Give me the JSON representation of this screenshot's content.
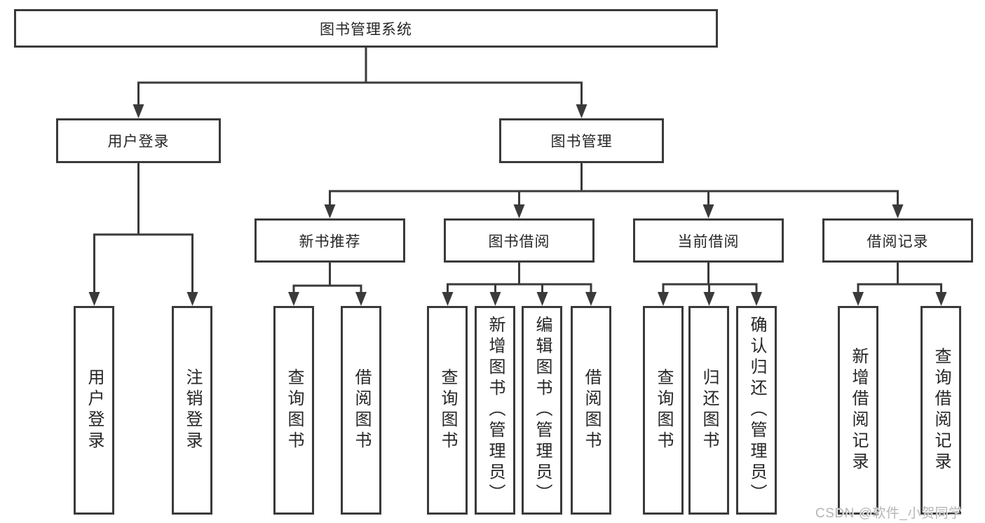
{
  "root": {
    "label": "图书管理系统"
  },
  "branches": {
    "user_login": {
      "label": "用户登录",
      "children": [
        {
          "label": "用户登录"
        },
        {
          "label": "注销登录"
        }
      ]
    },
    "book_mgmt": {
      "label": "图书管理",
      "sections": [
        {
          "label": "新书推荐",
          "children": [
            {
              "label": "查询图书"
            },
            {
              "label": "借阅图书"
            }
          ]
        },
        {
          "label": "图书借阅",
          "children": [
            {
              "label": "查询图书"
            },
            {
              "label": "新增图书（管理员）"
            },
            {
              "label": "编辑图书（管理员）"
            },
            {
              "label": "借阅图书"
            }
          ]
        },
        {
          "label": "当前借阅",
          "children": [
            {
              "label": "查询图书"
            },
            {
              "label": "归还图书"
            },
            {
              "label": "确认归还（管理员）"
            }
          ]
        },
        {
          "label": "借阅记录",
          "children": [
            {
              "label": "新增借阅记录"
            },
            {
              "label": "查询借阅记录"
            }
          ]
        }
      ]
    }
  },
  "watermark": "CSDN @软件_小贺同学",
  "colors": {
    "line": "#3a3a3a",
    "text": "#262626",
    "watermark": "#b6b6b6",
    "background": "#ffffff"
  }
}
